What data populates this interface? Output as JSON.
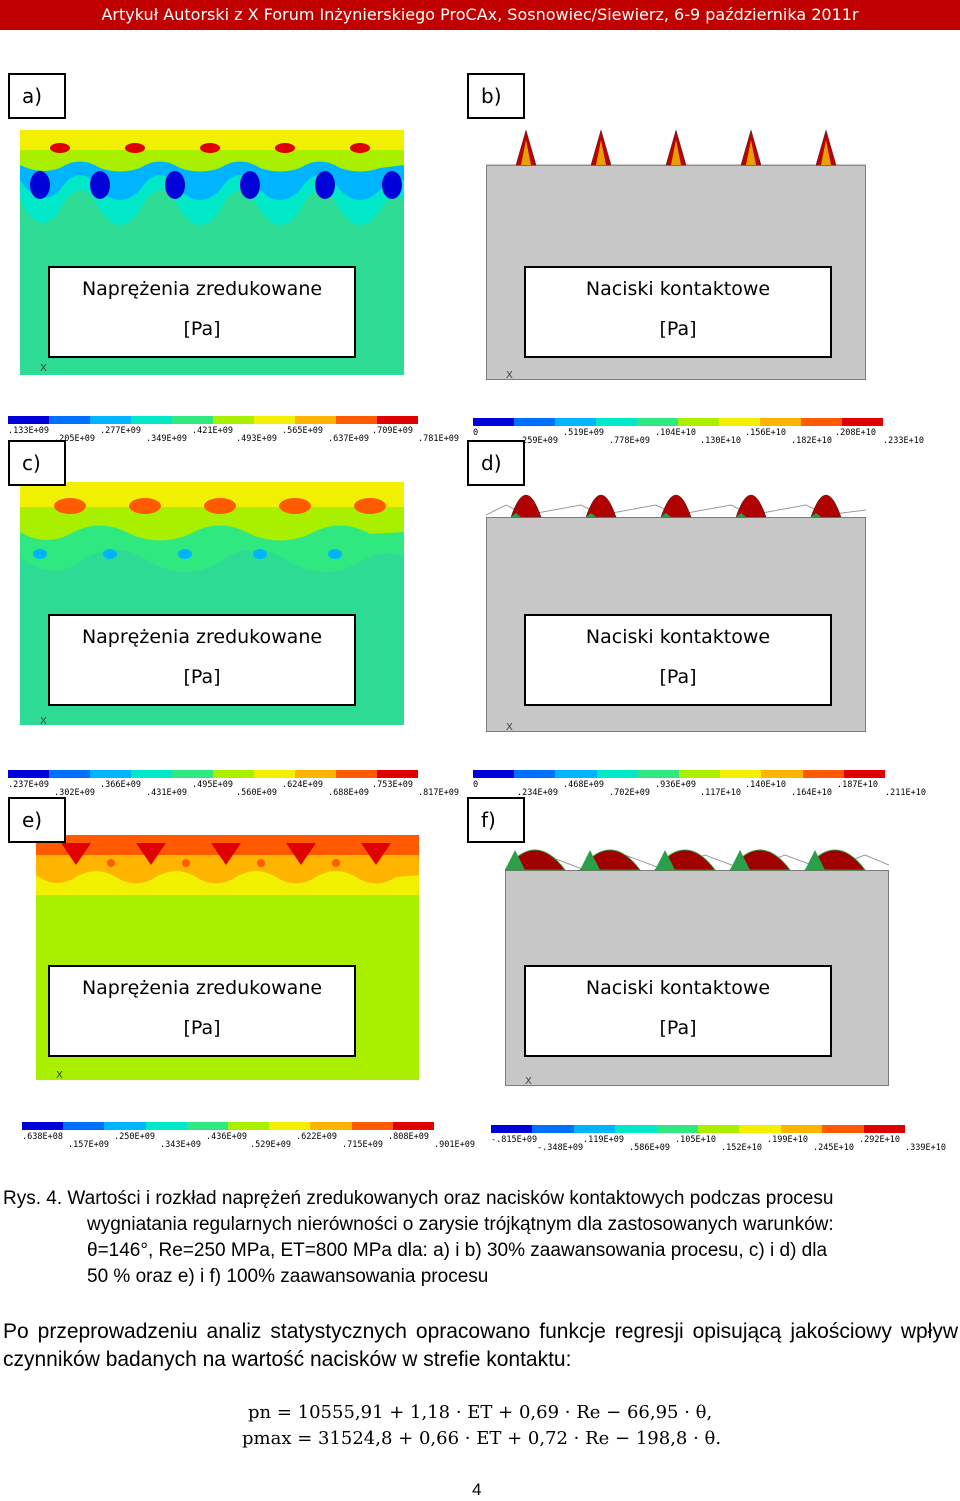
{
  "header": "Artykuł Autorski z X Forum Inżynierskiego ProCAx, Sosnowiec/Siewierz, 6-9 października 2011r",
  "panels": [
    {
      "label": "a)",
      "type": "stress",
      "caption1": "Naprężenia zredukowane",
      "caption2": "[Pa]",
      "legend": [
        ".133E+09",
        ".205E+09",
        ".277E+09",
        ".349E+09",
        ".421E+09",
        ".493E+09",
        ".565E+09",
        ".637E+09",
        ".709E+09",
        ".781E+09"
      ]
    },
    {
      "label": "b)",
      "type": "contact",
      "caption1": "Naciski kontaktowe",
      "caption2": "[Pa]",
      "legend": [
        "0",
        ".259E+09",
        ".519E+09",
        ".778E+09",
        ".104E+10",
        ".130E+10",
        ".156E+10",
        ".182E+10",
        ".208E+10",
        ".233E+10"
      ]
    },
    {
      "label": "c)",
      "type": "stress",
      "caption1": "Naprężenia zredukowane",
      "caption2": "[Pa]",
      "legend": [
        ".237E+09",
        ".302E+09",
        ".366E+09",
        ".431E+09",
        ".495E+09",
        ".560E+09",
        ".624E+09",
        ".688E+09",
        ".753E+09",
        ".817E+09"
      ]
    },
    {
      "label": "d)",
      "type": "contact",
      "caption1": "Naciski kontaktowe",
      "caption2": "[Pa]",
      "legend": [
        "0",
        ".234E+09",
        ".468E+09",
        ".702E+09",
        ".936E+09",
        ".117E+10",
        ".140E+10",
        ".164E+10",
        ".187E+10",
        ".211E+10"
      ]
    },
    {
      "label": "e)",
      "type": "stress",
      "caption1": "Naprężenia zredukowane",
      "caption2": "[Pa]",
      "legend": [
        ".638E+08",
        ".157E+09",
        ".250E+09",
        ".343E+09",
        ".436E+09",
        ".529E+09",
        ".622E+09",
        ".715E+09",
        ".808E+09",
        ".901E+09"
      ]
    },
    {
      "label": "f)",
      "type": "contact",
      "caption1": "Naciski kontaktowe",
      "caption2": "[Pa]",
      "legend": [
        "-.815E+09",
        "-.348E+09",
        ".119E+09",
        ".586E+09",
        ".105E+10",
        ".152E+10",
        ".199E+10",
        ".245E+10",
        ".292E+10",
        ".339E+10"
      ]
    }
  ],
  "axis_x_label": "X",
  "legend_colors": [
    "#0000d8",
    "#0070ff",
    "#00b4ff",
    "#00e8c8",
    "#30e880",
    "#a8f000",
    "#f0f000",
    "#ffb400",
    "#ff5a00",
    "#e00000"
  ],
  "figure_caption": {
    "first": "Rys. 4. Wartości i rozkład naprężeń zredukowanych oraz nacisków kontaktowych podczas procesu",
    "line2": "wygniatania regularnych nierówności o zarysie trójkątnym dla zastosowanych warunków:",
    "line3": "θ=146°, Re=250 MPa, ET=800 MPa dla: a) i b) 30% zaawansowania procesu, c) i d) dla",
    "line4": "50 % oraz e) i f) 100% zaawansowania procesu"
  },
  "paragraph": "Po przeprowadzeniu analiz statystycznych opracowano funkcje regresji opisującą jakościowy wpływ czynników badanych na wartość nacisków w strefie kontaktu:",
  "equations": {
    "eq1": "pn = 10555,91 + 1,18 · ET + 0,69 · Re − 66,95 · θ,",
    "eq2": "pmax = 31524,8 + 0,66 · ET + 0,72 · Re − 198,8 · θ."
  },
  "page_number": "4"
}
